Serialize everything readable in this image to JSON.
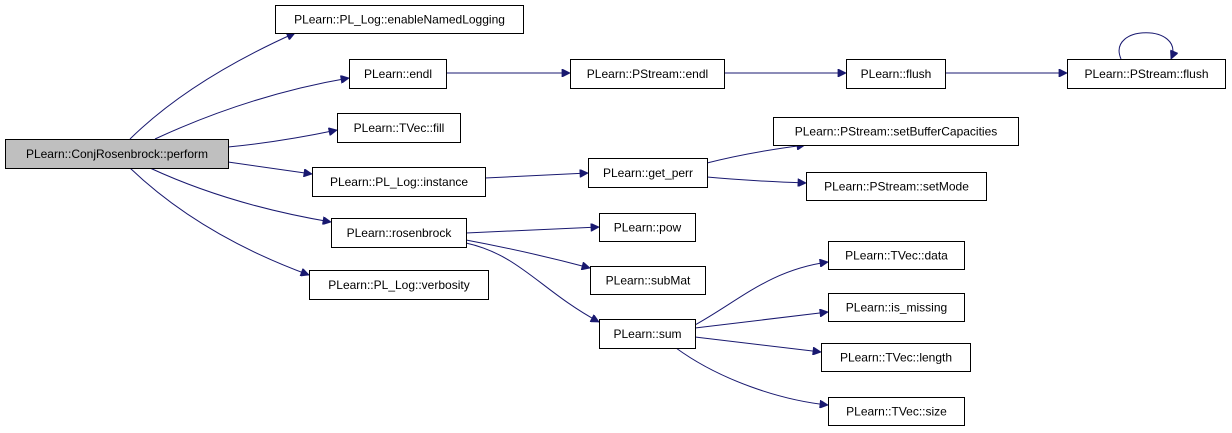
{
  "diagram": {
    "type": "call-graph",
    "colors": {
      "edge": "#191970",
      "node_border": "#000000",
      "root_fill": "#bfbfbf",
      "node_fill": "#ffffff"
    },
    "nodes": [
      {
        "id": "n0",
        "label": "PLearn::ConjRosenbrock::perform",
        "root": true
      },
      {
        "id": "n1",
        "label": "PLearn::PL_Log::enableNamedLogging"
      },
      {
        "id": "n2",
        "label": "PLearn::endl"
      },
      {
        "id": "n3",
        "label": "PLearn::PStream::endl"
      },
      {
        "id": "n4",
        "label": "PLearn::flush"
      },
      {
        "id": "n5",
        "label": "PLearn::PStream::flush"
      },
      {
        "id": "n6",
        "label": "PLearn::TVec::fill"
      },
      {
        "id": "n7",
        "label": "PLearn::PStream::setBufferCapacities"
      },
      {
        "id": "n8",
        "label": "PLearn::PL_Log::instance"
      },
      {
        "id": "n9",
        "label": "PLearn::get_perr"
      },
      {
        "id": "n10",
        "label": "PLearn::PStream::setMode"
      },
      {
        "id": "n11",
        "label": "PLearn::rosenbrock"
      },
      {
        "id": "n12",
        "label": "PLearn::pow"
      },
      {
        "id": "n13",
        "label": "PLearn::subMat"
      },
      {
        "id": "n14",
        "label": "PLearn::PL_Log::verbosity"
      },
      {
        "id": "n15",
        "label": "PLearn::TVec::data"
      },
      {
        "id": "n16",
        "label": "PLearn::sum"
      },
      {
        "id": "n17",
        "label": "PLearn::is_missing"
      },
      {
        "id": "n18",
        "label": "PLearn::TVec::length"
      },
      {
        "id": "n19",
        "label": "PLearn::TVec::size"
      }
    ],
    "edges": [
      {
        "from": "n0",
        "to": "n1"
      },
      {
        "from": "n0",
        "to": "n2"
      },
      {
        "from": "n0",
        "to": "n6"
      },
      {
        "from": "n0",
        "to": "n8"
      },
      {
        "from": "n0",
        "to": "n11"
      },
      {
        "from": "n0",
        "to": "n14"
      },
      {
        "from": "n2",
        "to": "n3"
      },
      {
        "from": "n3",
        "to": "n4"
      },
      {
        "from": "n4",
        "to": "n5"
      },
      {
        "from": "n5",
        "to": "n5"
      },
      {
        "from": "n8",
        "to": "n9"
      },
      {
        "from": "n9",
        "to": "n7"
      },
      {
        "from": "n9",
        "to": "n10"
      },
      {
        "from": "n11",
        "to": "n12"
      },
      {
        "from": "n11",
        "to": "n13"
      },
      {
        "from": "n11",
        "to": "n16"
      },
      {
        "from": "n16",
        "to": "n15"
      },
      {
        "from": "n16",
        "to": "n17"
      },
      {
        "from": "n16",
        "to": "n18"
      },
      {
        "from": "n16",
        "to": "n19"
      }
    ]
  }
}
